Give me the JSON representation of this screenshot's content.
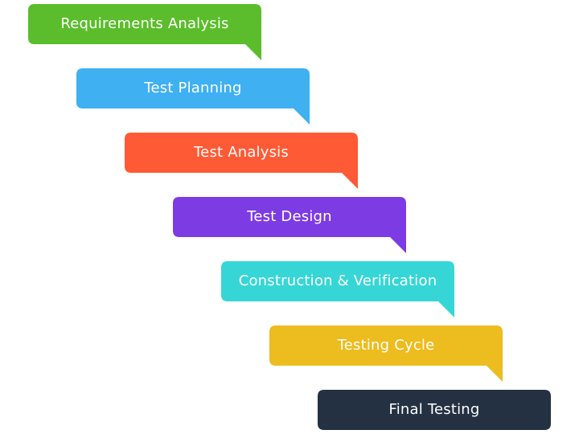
{
  "steps": [
    {
      "label": "Requirements Analysis",
      "color": "#5BBD2B"
    },
    {
      "label": "Test Planning",
      "color": "#3FB0F2"
    },
    {
      "label": "Test Analysis",
      "color": "#FF5A36"
    },
    {
      "label": "Test Design",
      "color": "#7D3CE3"
    },
    {
      "label": "Construction & Verification",
      "color": "#36D6D6"
    },
    {
      "label": "Testing Cycle",
      "color": "#EDBC1E"
    },
    {
      "label": "Final Testing",
      "color": "#233142"
    }
  ]
}
